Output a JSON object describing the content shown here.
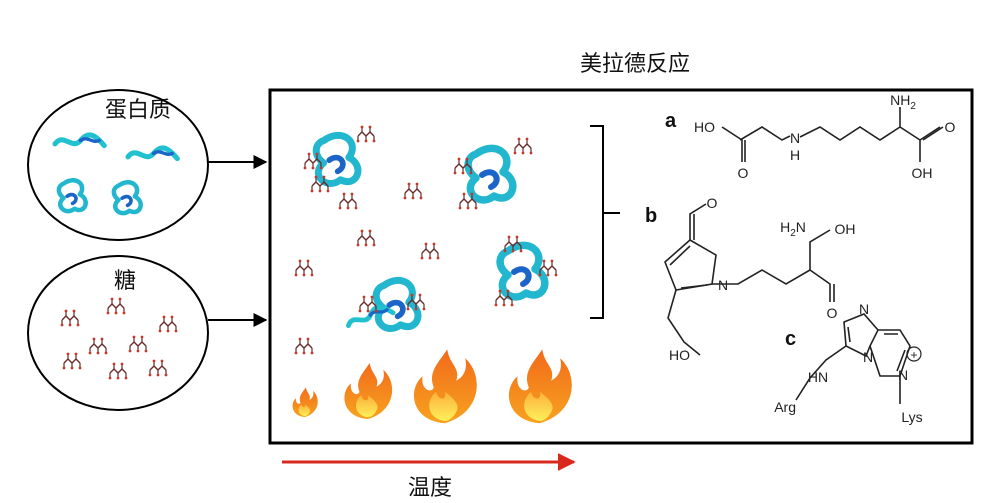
{
  "title": "美拉德反应",
  "inputs": {
    "protein": "蛋白质",
    "sugar": "糖"
  },
  "axis": {
    "temperature": "温度"
  },
  "structures": {
    "a": {
      "label": "a",
      "atoms": {
        "nh2": "NH",
        "nh2_sub": "2",
        "ho": "HO",
        "nh": "N",
        "nh_h": "H",
        "oh": "OH",
        "o1": "O",
        "o2": "O"
      }
    },
    "b": {
      "label": "b",
      "atoms": {
        "h2n": "H",
        "h2n_sub": "2",
        "h2n_n": "N",
        "oh": "OH",
        "o_acid": "O",
        "o_ald": "O",
        "n_ring": "N",
        "ho": "HO"
      }
    },
    "c": {
      "label": "c",
      "atoms": {
        "n_top": "N",
        "n_bot": "N",
        "hn": "HN",
        "arg": "Arg",
        "n_plus": "N",
        "plus": "+",
        "lys": "Lys"
      }
    }
  },
  "colors": {
    "border": "#000000",
    "arrow": "#d9291c",
    "protein": "#1fb5c9",
    "protein_dark": "#1b64c8",
    "sugar": "#7a3b3b",
    "flame_outer": "#f5851f",
    "flame_inner": "#fbd33a"
  }
}
